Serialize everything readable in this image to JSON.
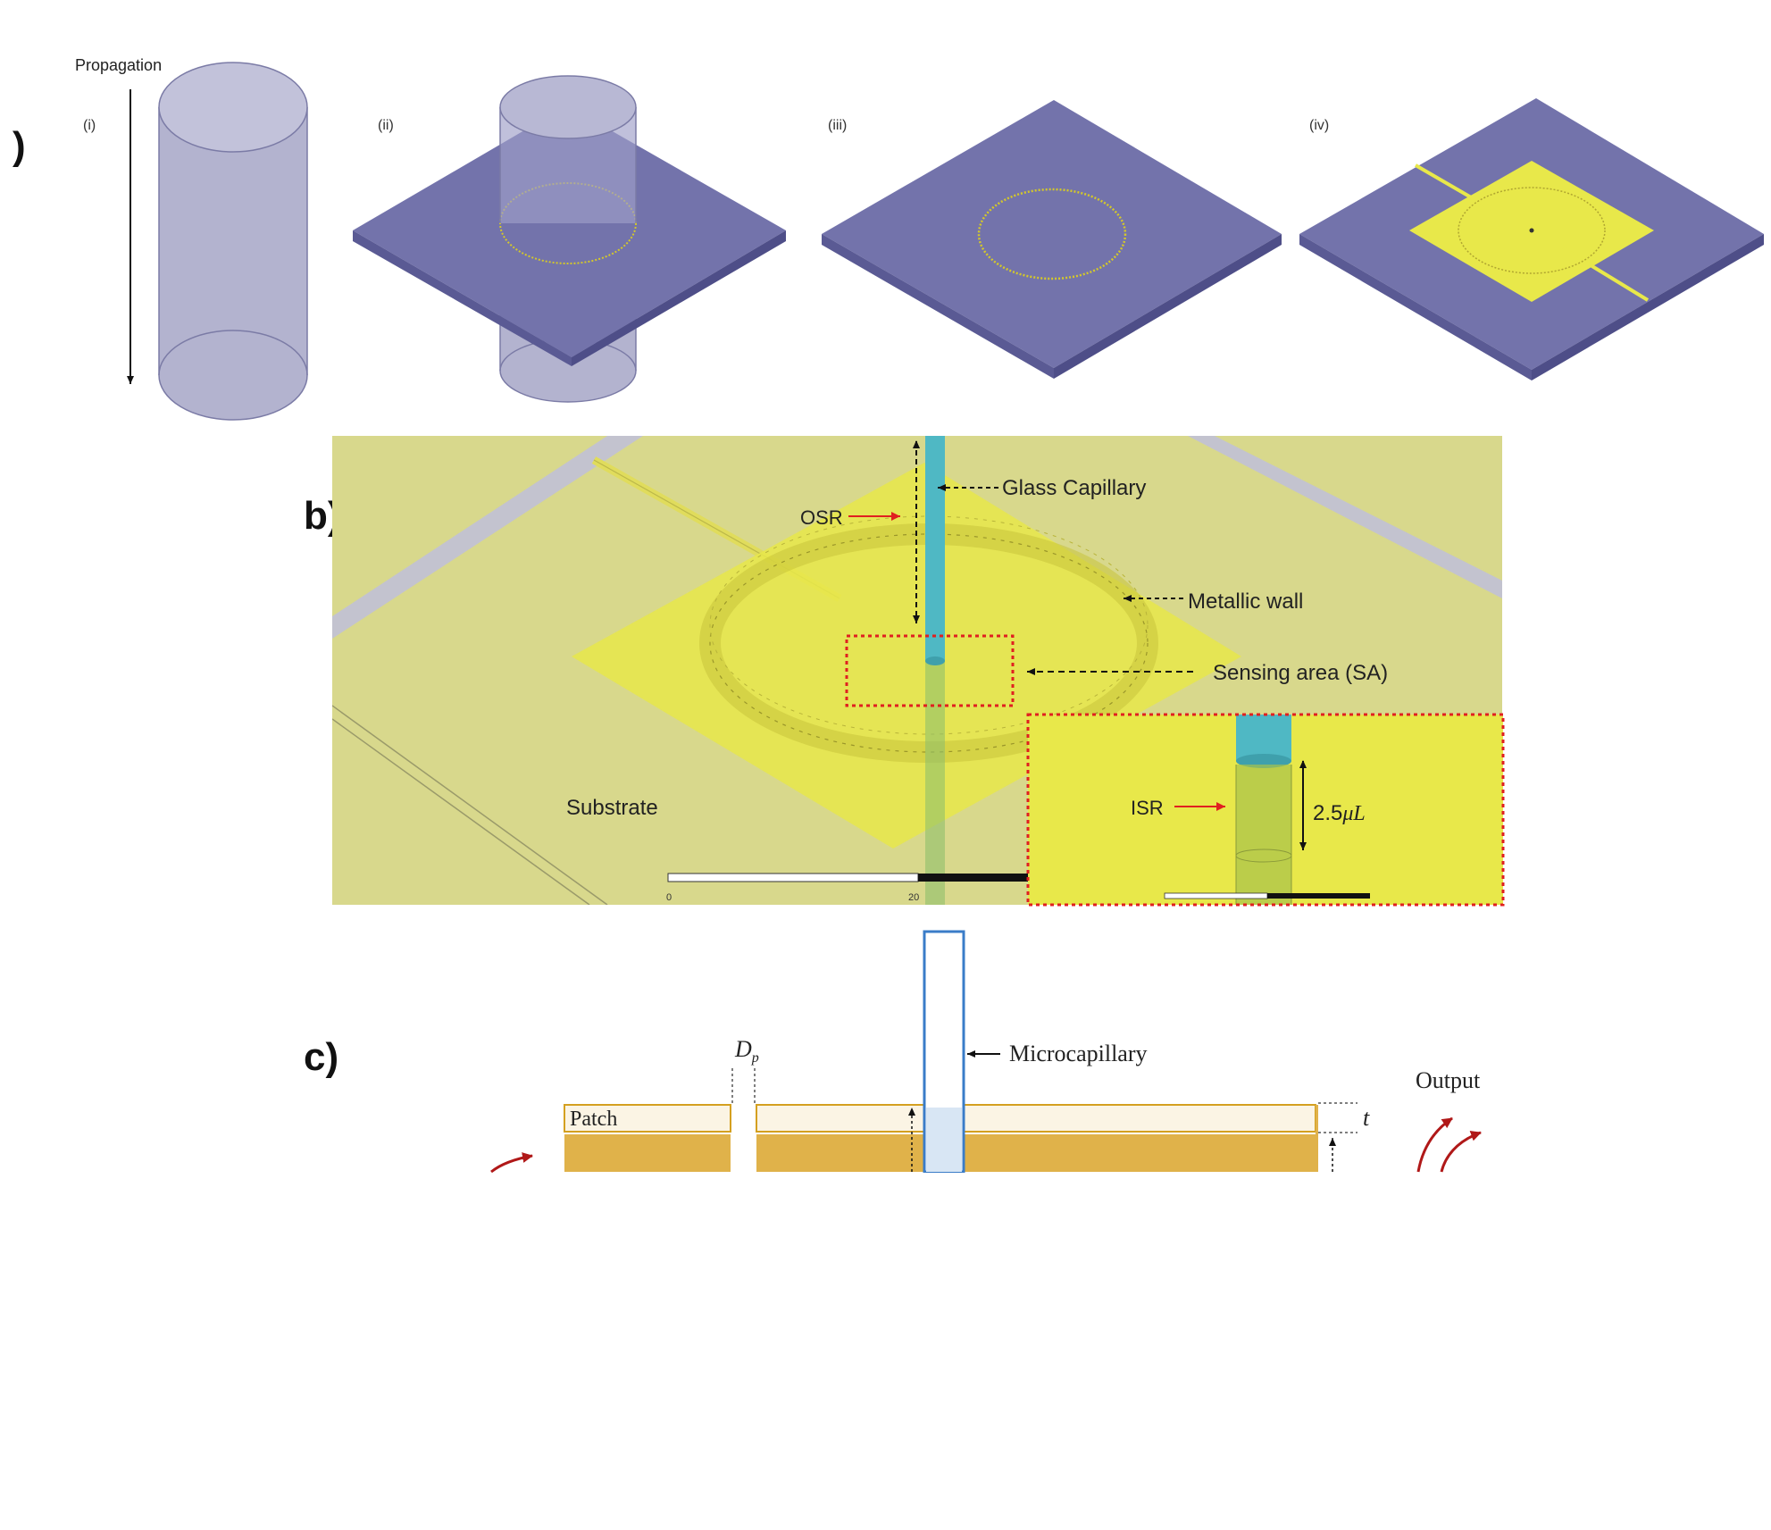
{
  "panel_a": {
    "label": ")",
    "propagation_label": "Propagation",
    "steps": [
      "(i)",
      "(ii)",
      "(iii)",
      "(iv)"
    ]
  },
  "panel_b": {
    "label": "b)",
    "annotations": {
      "glass_capillary": "Glass Capillary",
      "osr": "OSR",
      "metallic_wall": "Metallic wall",
      "sensing_area": "Sensing area (SA)",
      "substrate": "Substrate",
      "isr": "ISR",
      "volume_value": "2.5",
      "volume_unit": "μL"
    },
    "scale_ticks": [
      "0",
      "20"
    ]
  },
  "panel_c": {
    "label": "c)",
    "microcapillary": "Microcapillary",
    "patch": "Patch",
    "output": "Output",
    "dp_main": "D",
    "dp_sub": "p",
    "thickness": "t"
  },
  "colors": {
    "cylinder_fill": "#b3b3cf",
    "cylinder_stroke": "#7b7ba6",
    "board_top": "#7373ab",
    "board_side": "#5a5a94",
    "patch_yellow": "#e8e84a",
    "ring_yellow": "#d4c82a",
    "substrate_tint": "#d8d88c",
    "capillary_cyan": "#4fb8c4",
    "sensing_box_red": "#e02020",
    "arrow_red": "#e02020",
    "microcap_blue": "#3a7cc8",
    "substrate_orange": "#e0b24a",
    "patch_cream": "#fbf4e4",
    "curve_red": "#b01818"
  }
}
